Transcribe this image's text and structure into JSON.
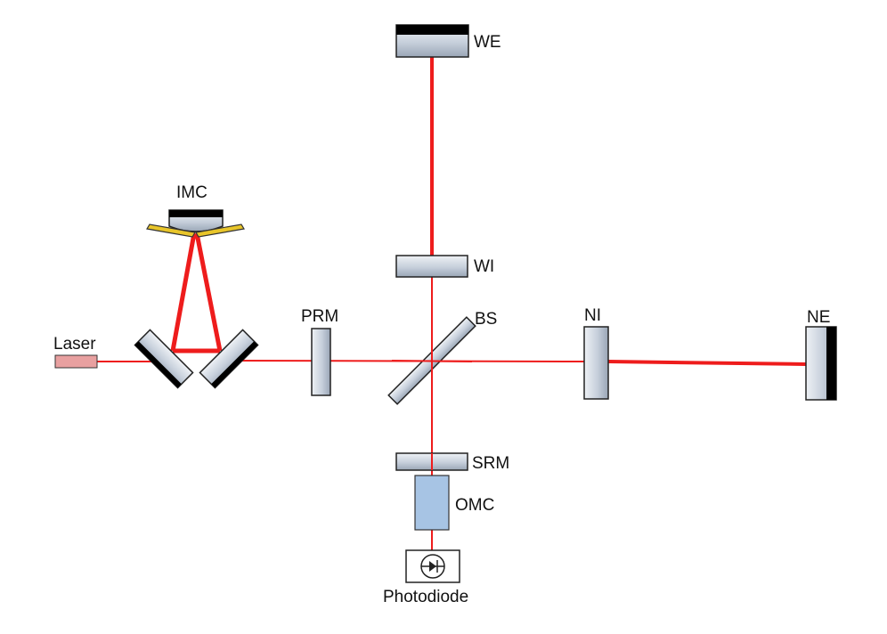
{
  "labels": {
    "we": "WE",
    "wi": "WI",
    "imc": "IMC",
    "prm": "PRM",
    "bs": "BS",
    "ni": "NI",
    "ne": "NE",
    "laser": "Laser",
    "srm": "SRM",
    "omc": "OMC",
    "photodiode": "Photodiode"
  },
  "colors": {
    "beam": "#ee1c1c",
    "mirror_fill": "#c9d1dc",
    "mirror_coating": "#000000",
    "imc_flat_mirror": "#e8c52a",
    "laser_body": "#e8a0a0",
    "omc_body": "#a7c4e4"
  }
}
